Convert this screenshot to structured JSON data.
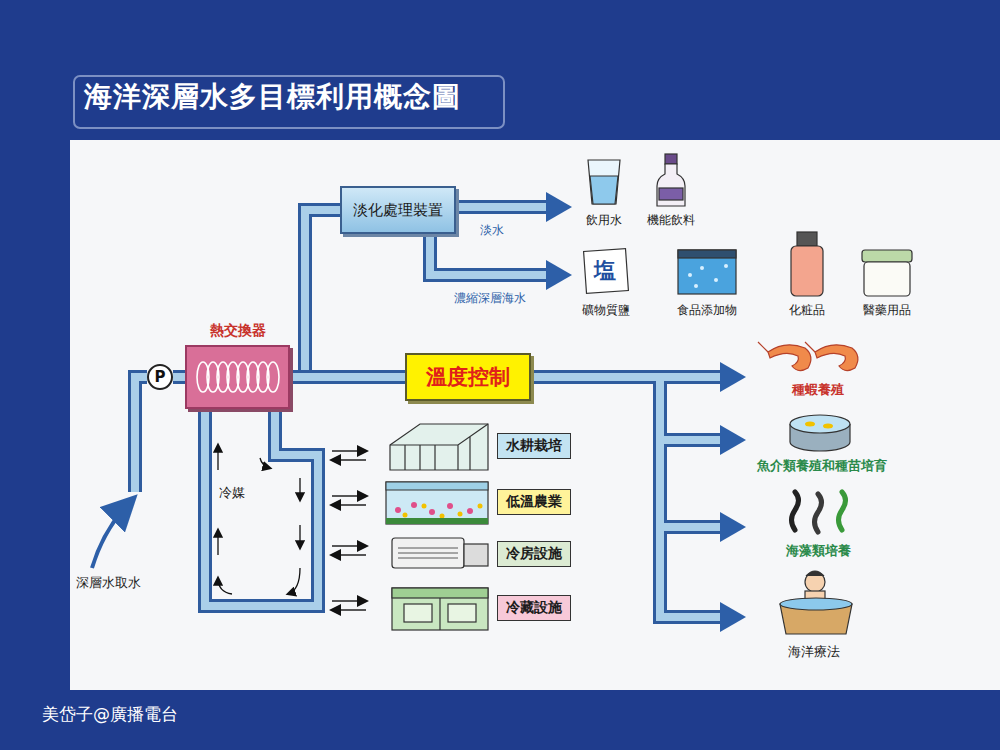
{
  "diagram": {
    "title": "海洋深層水多目標利用概念圖",
    "nodes": [
      {
        "text": [
          "淡化處理裝置"
        ]
      },
      {
        "text": [
          "熱交換器"
        ]
      },
      {
        "text": [
          "P"
        ]
      },
      {
        "text": [
          "溫度控制"
        ]
      },
      {
        "text": [
          "水耕栽培"
        ]
      },
      {
        "text": [
          "低溫農業"
        ]
      },
      {
        "text": [
          "冷房設施"
        ]
      },
      {
        "text": [
          "冷藏設施"
        ]
      }
    ],
    "edges": [
      {
        "from": 2,
        "to": 1,
        "arrow": "none"
      },
      {
        "from": 1,
        "to": 0,
        "arrow": "none"
      },
      {
        "from": 1,
        "to": 3,
        "arrow": "none"
      }
    ],
    "labels": [
      "淡水",
      "濃縮深層海水",
      "飲用水",
      "機能飲料",
      "塩",
      "礦物質鹽",
      "食品添加物",
      "化粧品",
      "醫藥用品",
      "種蝦養殖",
      "魚介類養殖和種苗培育",
      "海藻類培養",
      "冷媒",
      "深層水取水",
      "海洋療法",
      "美岱子@廣播電台"
    ]
  }
}
